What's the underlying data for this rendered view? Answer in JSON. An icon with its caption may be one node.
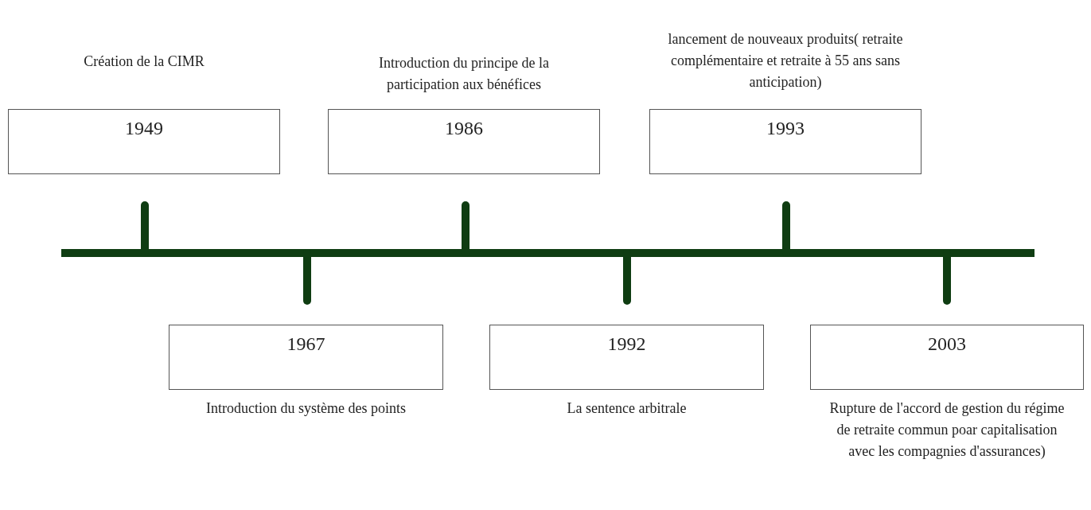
{
  "diagram": {
    "nodes": [
      {
        "text": [
          "1949"
        ],
        "beside": [
          "Création de la CIMR"
        ]
      },
      {
        "text": [
          "1967"
        ],
        "beside": [
          "Introduction du système des points"
        ]
      },
      {
        "text": [
          "1986"
        ],
        "beside": [
          "Introduction du principe de la participation aux bénéfices"
        ]
      },
      {
        "text": [
          "1992"
        ],
        "beside": [
          "La sentence arbitrale"
        ]
      },
      {
        "text": [
          "1993"
        ],
        "beside": [
          "lancement de nouveaux produits( retraite complémentaire et retraite à 55 ans sans anticipation)"
        ]
      },
      {
        "text": [
          "2003"
        ],
        "beside": [
          "Rupture de l'accord de gestion du régime de retraite commun poar capitalisation avec les compagnies d'assurances)"
        ]
      }
    ]
  }
}
